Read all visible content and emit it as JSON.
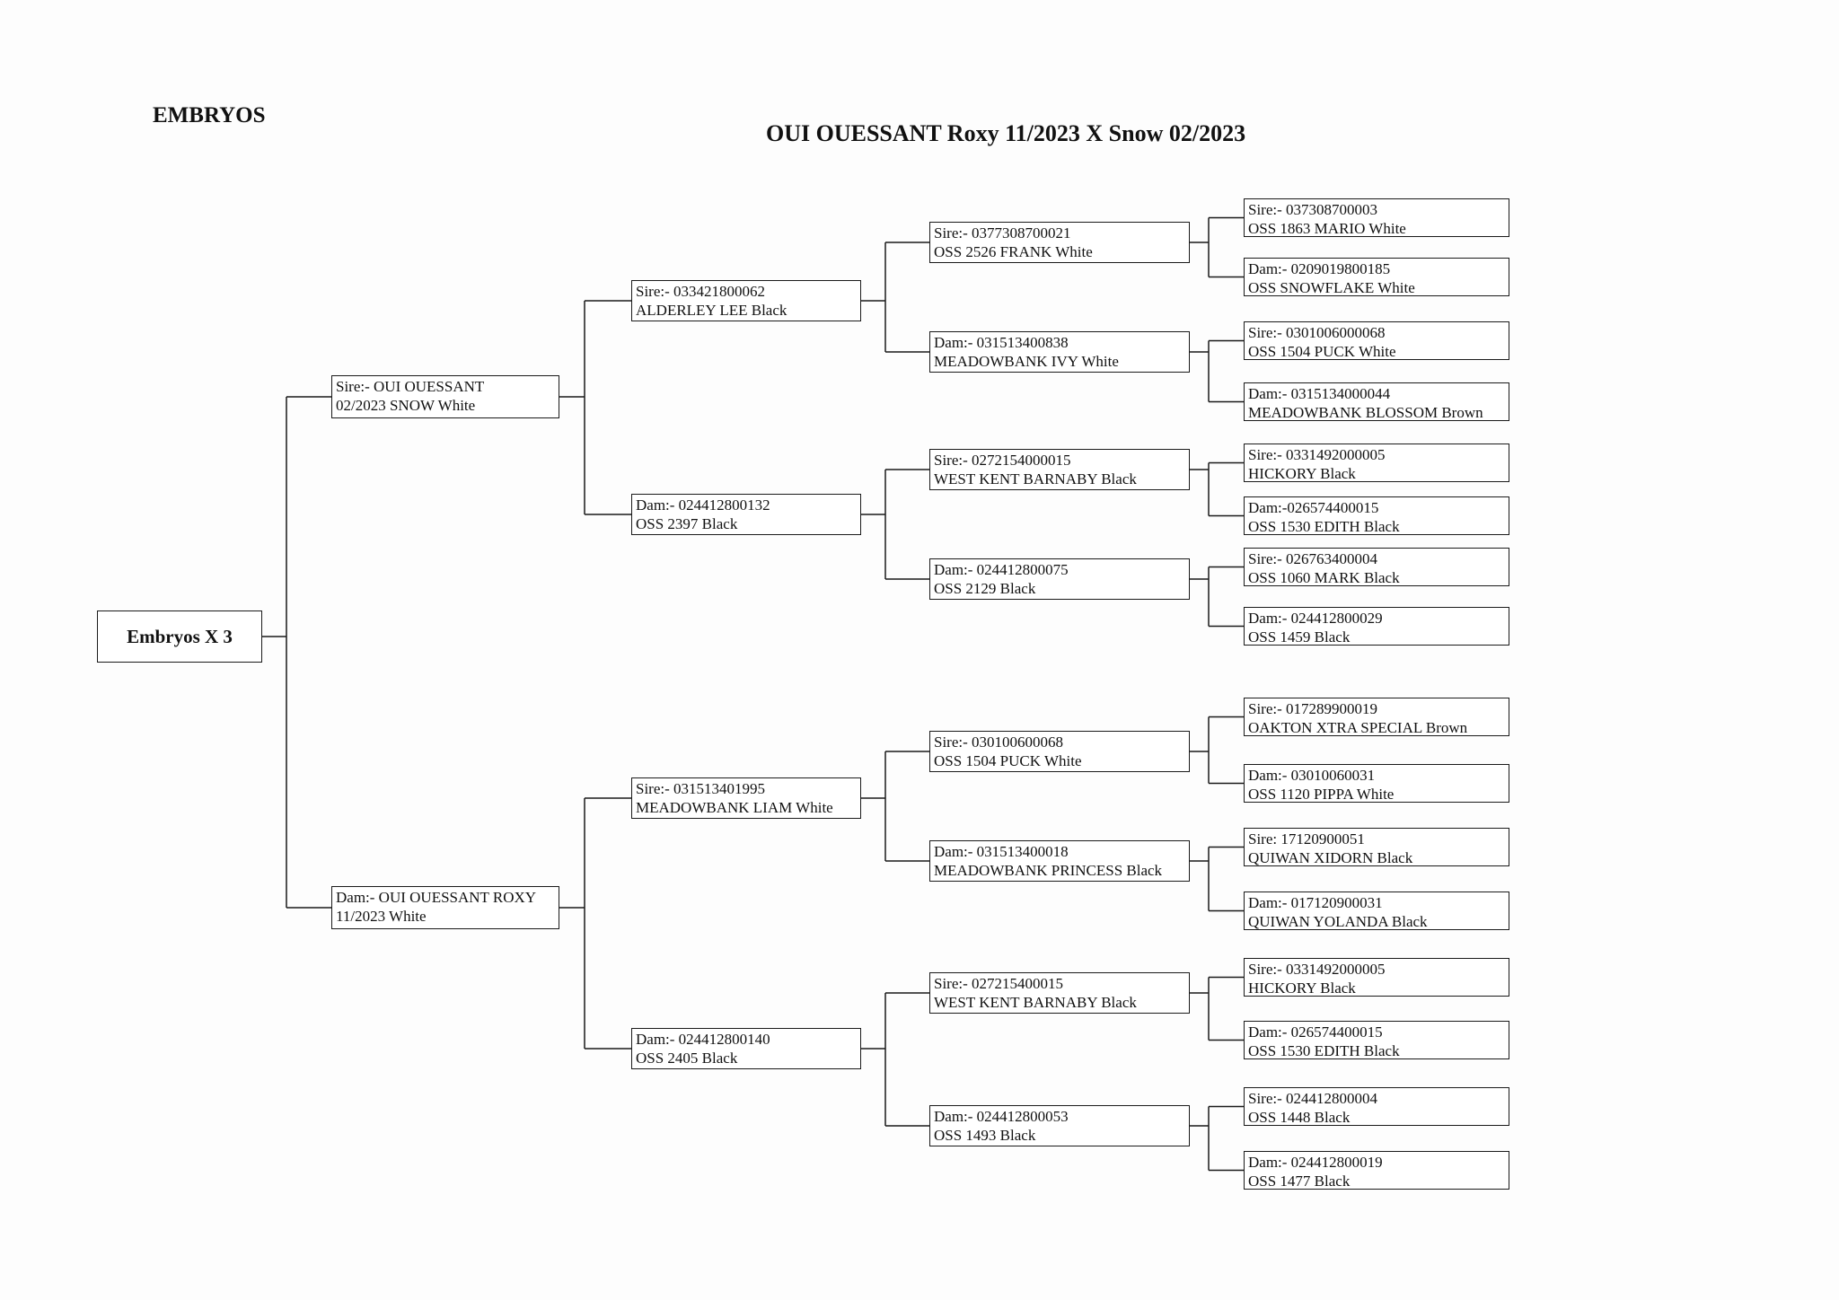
{
  "header": {
    "label": "EMBRYOS",
    "title": "OUI OUESSANT Roxy 11/2023 X Snow 02/2023"
  },
  "root": {
    "label": "Embryos X 3"
  },
  "parents": [
    {
      "line1": "Sire:- OUI OUESSANT",
      "line2": "02/2023 SNOW   White"
    },
    {
      "line1": "Dam:- OUI OUESSANT ROXY",
      "line2": "11/2023  White"
    }
  ],
  "grandparents": [
    {
      "line1": "Sire:- 033421800062",
      "line2": "ALDERLEY LEE Black"
    },
    {
      "line1": "Dam:- 024412800132",
      "line2": "OSS 2397 Black"
    },
    {
      "line1": "Sire:- 031513401995",
      "line2": "MEADOWBANK LIAM White"
    },
    {
      "line1": "Dam:- 024412800140",
      "line2": "OSS 2405  Black"
    }
  ],
  "great_grandparents": [
    {
      "line1": "Sire:- 0377308700021",
      "line2": "OSS 2526 FRANK  White"
    },
    {
      "line1": "Dam:- 031513400838",
      "line2": "MEADOWBANK IVY  White"
    },
    {
      "line1": "Sire:- 0272154000015",
      "line2": "WEST KENT BARNABY Black"
    },
    {
      "line1": "Dam:- 024412800075",
      "line2": "OSS 2129 Black"
    },
    {
      "line1": "Sire:- 030100600068",
      "line2": "OSS 1504 PUCK White"
    },
    {
      "line1": "Dam:- 031513400018",
      "line2": "MEADOWBANK PRINCESS Black"
    },
    {
      "line1": "Sire:- 027215400015",
      "line2": "WEST KENT BARNABY  Black"
    },
    {
      "line1": "Dam:- 024412800053",
      "line2": "OSS 1493  Black"
    }
  ],
  "great_great_grandparents": [
    {
      "line1": "Sire:- 037308700003",
      "line2": "OSS 1863 MARIO  White"
    },
    {
      "line1": "Dam:- 0209019800185",
      "line2": "OSS SNOWFLAKE  White"
    },
    {
      "line1": "Sire:- 0301006000068",
      "line2": "OSS 1504 PUCK White"
    },
    {
      "line1": "Dam:- 0315134000044",
      "line2": "MEADOWBANK BLOSSOM Brown"
    },
    {
      "line1": "Sire:- 0331492000005",
      "line2": "HICKORY  Black"
    },
    {
      "line1": "Dam:-026574400015",
      "line2": "OSS 1530 EDITH Black"
    },
    {
      "line1": "Sire:-  026763400004",
      "line2": "OSS 1060 MARK  Black"
    },
    {
      "line1": "Dam:- 024412800029",
      "line2": "OSS 1459 Black"
    },
    {
      "line1": "Sire:- 017289900019",
      "line2": "OAKTON XTRA SPECIAL  Brown"
    },
    {
      "line1": "Dam:- 03010060031",
      "line2": "OSS 1120  PIPPA  White"
    },
    {
      "line1": "Sire:  17120900051",
      "line2": "QUIWAN XIDORN Black"
    },
    {
      "line1": "Dam:- 017120900031",
      "line2": "QUIWAN YOLANDA Black"
    },
    {
      "line1": "Sire:- 0331492000005",
      "line2": "HICKORY  Black"
    },
    {
      "line1": "Dam:- 026574400015",
      "line2": "OSS 1530 EDITH  Black"
    },
    {
      "line1": "Sire:- 024412800004",
      "line2": "OSS 1448  Black"
    },
    {
      "line1": "Dam:- 024412800019",
      "line2": "OSS 1477  Black"
    }
  ]
}
